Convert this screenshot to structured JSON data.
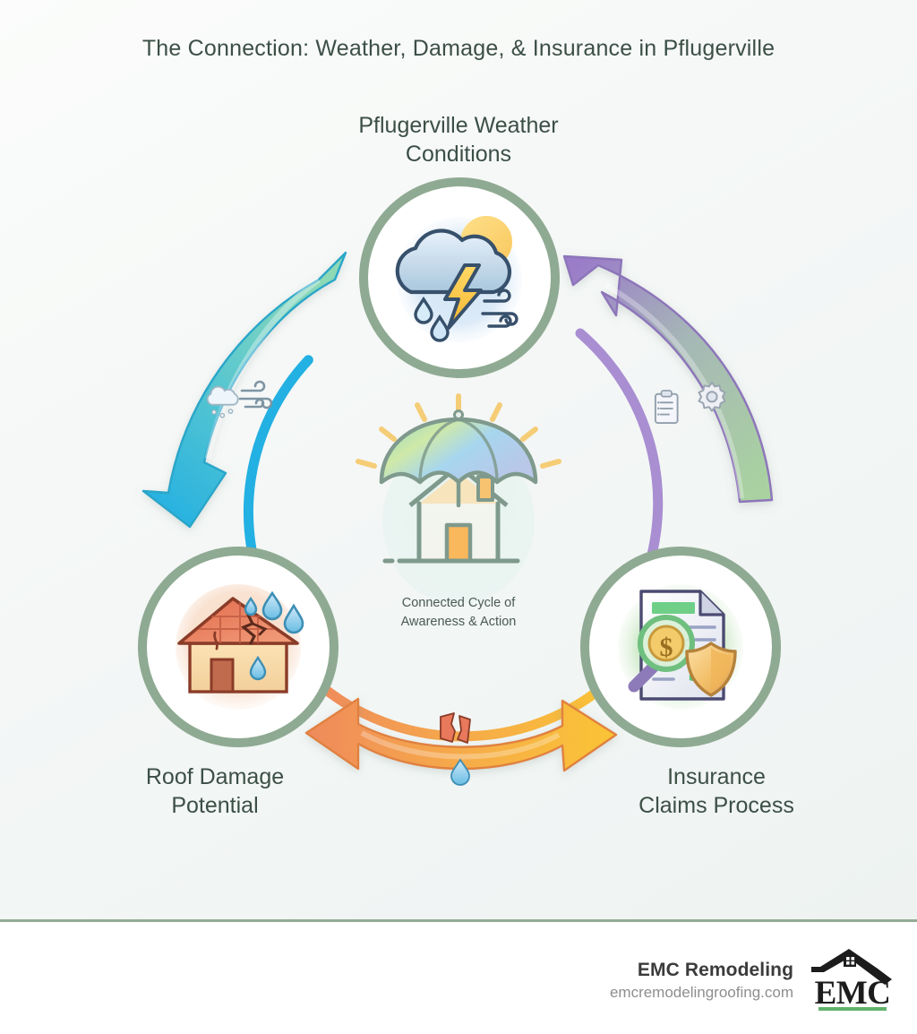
{
  "title": "The Connection: Weather, Damage, & Insurance in Pflugerville",
  "nodes": {
    "weather": {
      "label": "Pflugerville Weather\nConditions",
      "icon": "storm-cloud-sun-lightning-icon",
      "ring_color": "#8faa92"
    },
    "damage": {
      "label": "Roof Damage\nPotential",
      "icon": "damaged-house-roof-icon",
      "ring_color": "#8faa92"
    },
    "claims": {
      "label": "Insurance\nClaims Process",
      "icon": "policy-document-shield-icon",
      "ring_color": "#8faa92"
    }
  },
  "center": {
    "caption": "Connected Cycle of\nAwareness & Action",
    "icon": "umbrella-over-house-icon"
  },
  "connectors": [
    {
      "name": "weather-to-damage",
      "direction": "bidirectional",
      "color_start": "#8fd4b0",
      "color_end": "#27b3e0",
      "icons": [
        "cloud-snow-icon",
        "wind-icon"
      ]
    },
    {
      "name": "claims-to-weather",
      "direction": "up-left",
      "color_start": "#a7cf9d",
      "color_end": "#9b7cc8",
      "icons": [
        "clipboard-icon",
        "gear-icon"
      ]
    },
    {
      "name": "damage-to-claims",
      "direction": "bidirectional",
      "color_start": "#f08a5d",
      "color_end": "#f9c336",
      "icons": [
        "broken-shingle-icon",
        "water-drop-icon"
      ]
    }
  ],
  "palette": {
    "background_top": "#fbfcfb",
    "background_bottom": "#eef3f2",
    "ring_sage": "#8faa92",
    "divider": "#93ab95",
    "title_text": "#3c4f46",
    "accent_cyan": "#27b3e0",
    "accent_purple": "#9b7cc8",
    "accent_orange": "#f08a5d",
    "accent_yellow": "#f9c336",
    "logo_green": "#62b36a"
  },
  "footer": {
    "brand_name": "EMC Remodeling",
    "website": "emcremodelingroofing.com",
    "logo_text": "EMC",
    "logo_icon": "house-roof-logo-icon"
  }
}
